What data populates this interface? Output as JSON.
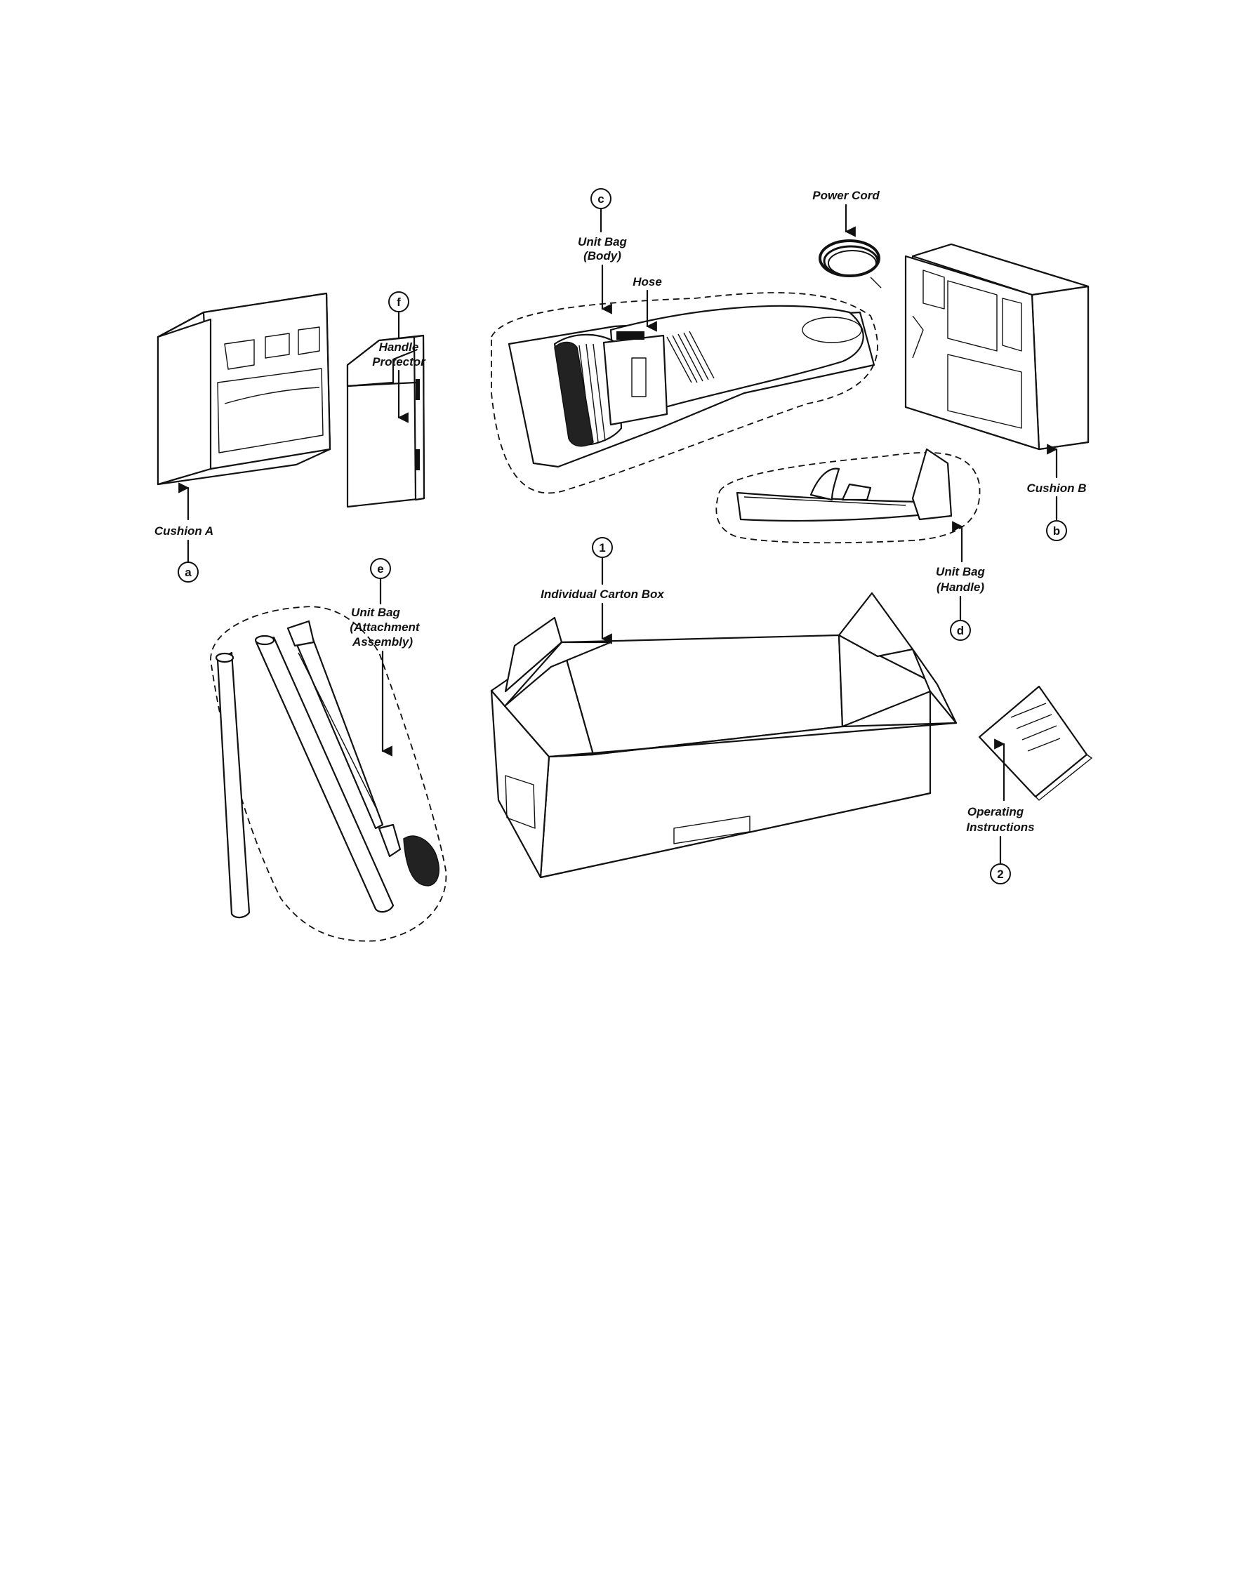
{
  "callouts": {
    "c": "c",
    "f": "f",
    "a": "a",
    "b": "b",
    "d": "d",
    "e": "e",
    "one": "1",
    "two": "2"
  },
  "labels": {
    "power_cord": "Power Cord",
    "unit_bag_body_1": "Unit Bag",
    "unit_bag_body_2": "(Body)",
    "hose": "Hose",
    "handle_protector_1": "Handle",
    "handle_protector_2": "Protector",
    "cushion_a": "Cushion A",
    "cushion_b": "Cushion B",
    "individual_carton_box": "Individual Carton Box",
    "unit_bag_handle_1": "Unit Bag",
    "unit_bag_handle_2": "(Handle)",
    "unit_bag_attachment_1": "Unit Bag",
    "unit_bag_attachment_2": "(Attachment",
    "unit_bag_attachment_3": "Assembly)",
    "operating_instructions_1": "Operating",
    "operating_instructions_2": "Instructions"
  }
}
